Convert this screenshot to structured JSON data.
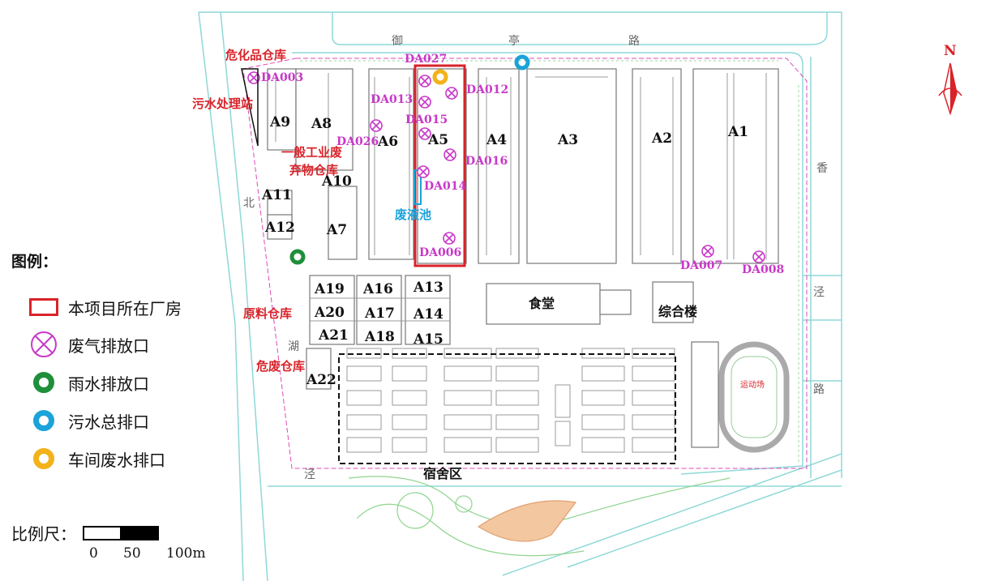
{
  "legend": {
    "title": "图例：",
    "items": [
      {
        "label": "本项目所在厂房",
        "symbol": "red-rectangle",
        "color": "#d9232a"
      },
      {
        "label": "废气排放口",
        "symbol": "magenta-crossed-circle",
        "color": "#c838c8"
      },
      {
        "label": "雨水排放口",
        "symbol": "green-ring",
        "color": "#1f8f3a"
      },
      {
        "label": "污水总排口",
        "symbol": "blue-ring",
        "color": "#1aa3d9"
      },
      {
        "label": "车间废水排口",
        "symbol": "yellow-ring",
        "color": "#f2b21a"
      }
    ]
  },
  "scale": {
    "label": "比例尺：",
    "ticks": [
      "0",
      "50",
      "100m"
    ]
  },
  "north": {
    "label": "N"
  },
  "roads": {
    "top": [
      "御",
      "亭",
      "路"
    ],
    "right": [
      "香",
      "泾",
      "路"
    ],
    "left": [
      "北",
      "湖",
      "泾"
    ]
  },
  "facility_labels": {
    "hazchem_warehouse": "危化品仓库",
    "sewage_station": "污水处理站",
    "general_waste_1": "一般工业废",
    "general_waste_2": "弃物仓库",
    "waste_pool": "废液池",
    "raw_material": "原料仓库",
    "hazwaste": "危废仓库",
    "canteen": "食堂",
    "complex": "综合楼",
    "dormitory": "宿舍区",
    "playground": "运动场"
  },
  "buildings": [
    "A1",
    "A2",
    "A3",
    "A4",
    "A5",
    "A6",
    "A7",
    "A8",
    "A9",
    "A10",
    "A11",
    "A12",
    "A13",
    "A14",
    "A15",
    "A16",
    "A17",
    "A18",
    "A19",
    "A20",
    "A21",
    "A22"
  ],
  "outlets": [
    "DA027",
    "DA003",
    "DA013",
    "DA012",
    "DA015",
    "DA026",
    "DA016",
    "DA014",
    "DA006",
    "DA007",
    "DA008"
  ]
}
